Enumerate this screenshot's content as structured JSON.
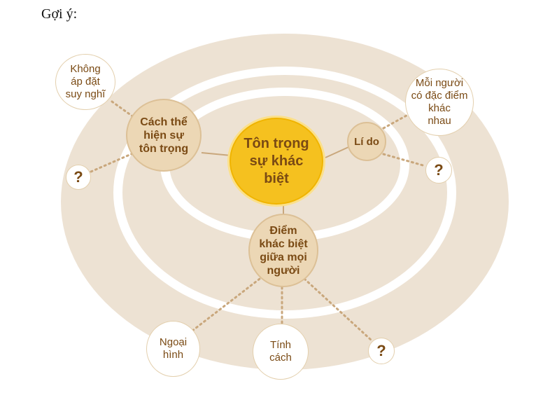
{
  "hint_label": "Gợi ý:",
  "center": {
    "label": "Tôn trọng\nsự khác\nbiệt"
  },
  "hubs": {
    "expression": {
      "label": "Cách thể\nhiện sự\ntôn trọng"
    },
    "reason": {
      "label": "Lí do"
    },
    "difference": {
      "label": "Điểm\nkhác biệt\ngiữa mọi\nngười"
    }
  },
  "leaves": {
    "no_impose": {
      "label": "Không\náp đặt\nsuy nghĩ"
    },
    "unique": {
      "label": "Mỗi người\ncó đặc điểm\nkhác\nnhau"
    },
    "appearance": {
      "label": "Ngoại\nhình"
    },
    "personality": {
      "label": "Tính\ncách"
    }
  },
  "unknown_mark": "?",
  "colors": {
    "center_fill": "#f5c11f",
    "hub_fill": "#ecd7b5",
    "text_brown": "#7a4a14",
    "ring_fill": "#ede2d3"
  }
}
